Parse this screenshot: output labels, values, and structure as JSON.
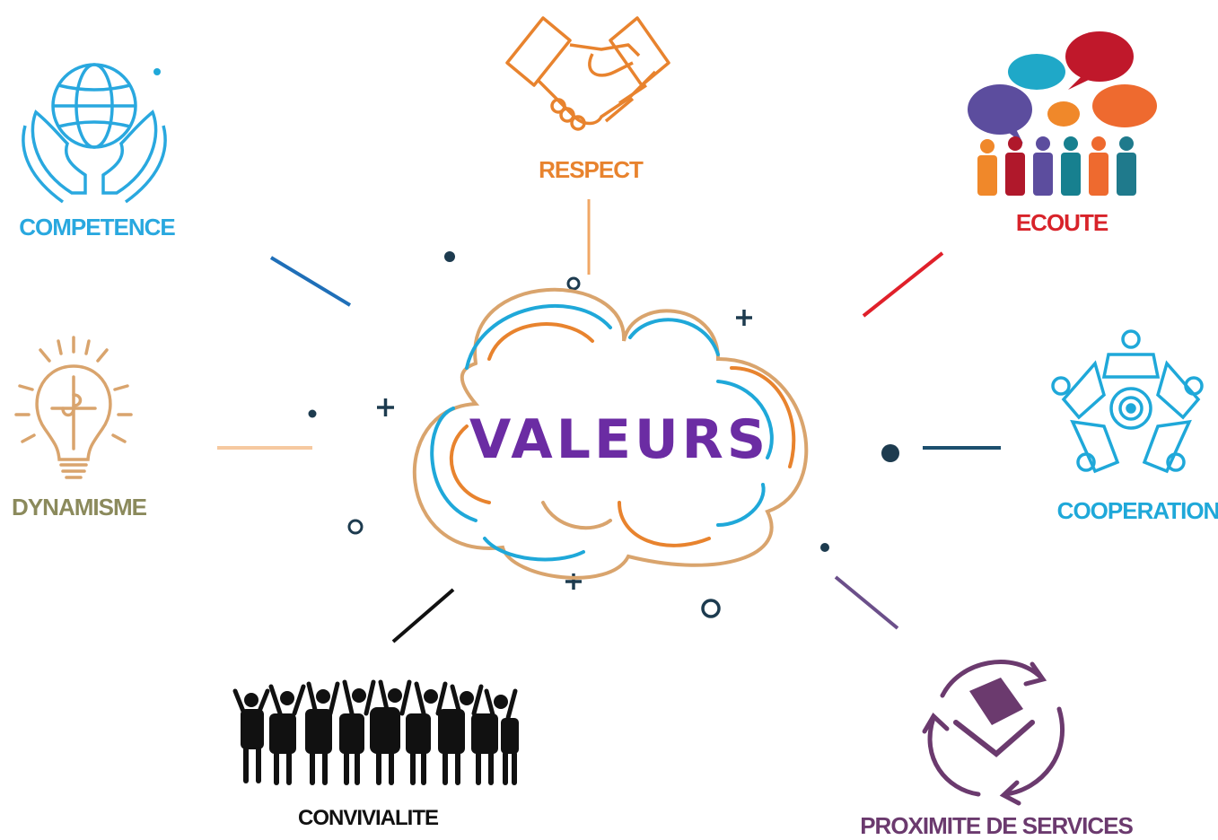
{
  "center": {
    "title": "VALEURS",
    "color": "#6b2ca3"
  },
  "values": [
    {
      "key": "competence",
      "label": "COMPETENCE",
      "color": "#29a8df",
      "icon": "hands-globe-icon"
    },
    {
      "key": "respect",
      "label": "RESPECT",
      "color": "#e8832e",
      "icon": "handshake-icon"
    },
    {
      "key": "ecoute",
      "label": "ECOUTE",
      "color": "#d8232a",
      "icon": "speech-bubbles-people-icon"
    },
    {
      "key": "dynamisme",
      "label": "DYNAMISME",
      "color": "#8b8a5c",
      "icon": "lightbulb-puzzle-icon"
    },
    {
      "key": "cooperation",
      "label": "COOPERATION",
      "color": "#1fa8d9",
      "icon": "team-circle-icon"
    },
    {
      "key": "convivialite",
      "label": "CONVIVIALITE",
      "color": "#111111",
      "icon": "crowd-cheering-icon"
    },
    {
      "key": "proximite",
      "label": "PROXIMITE DE SERVICES",
      "color": "#6b3a6e",
      "icon": "house-cycle-icon"
    }
  ]
}
